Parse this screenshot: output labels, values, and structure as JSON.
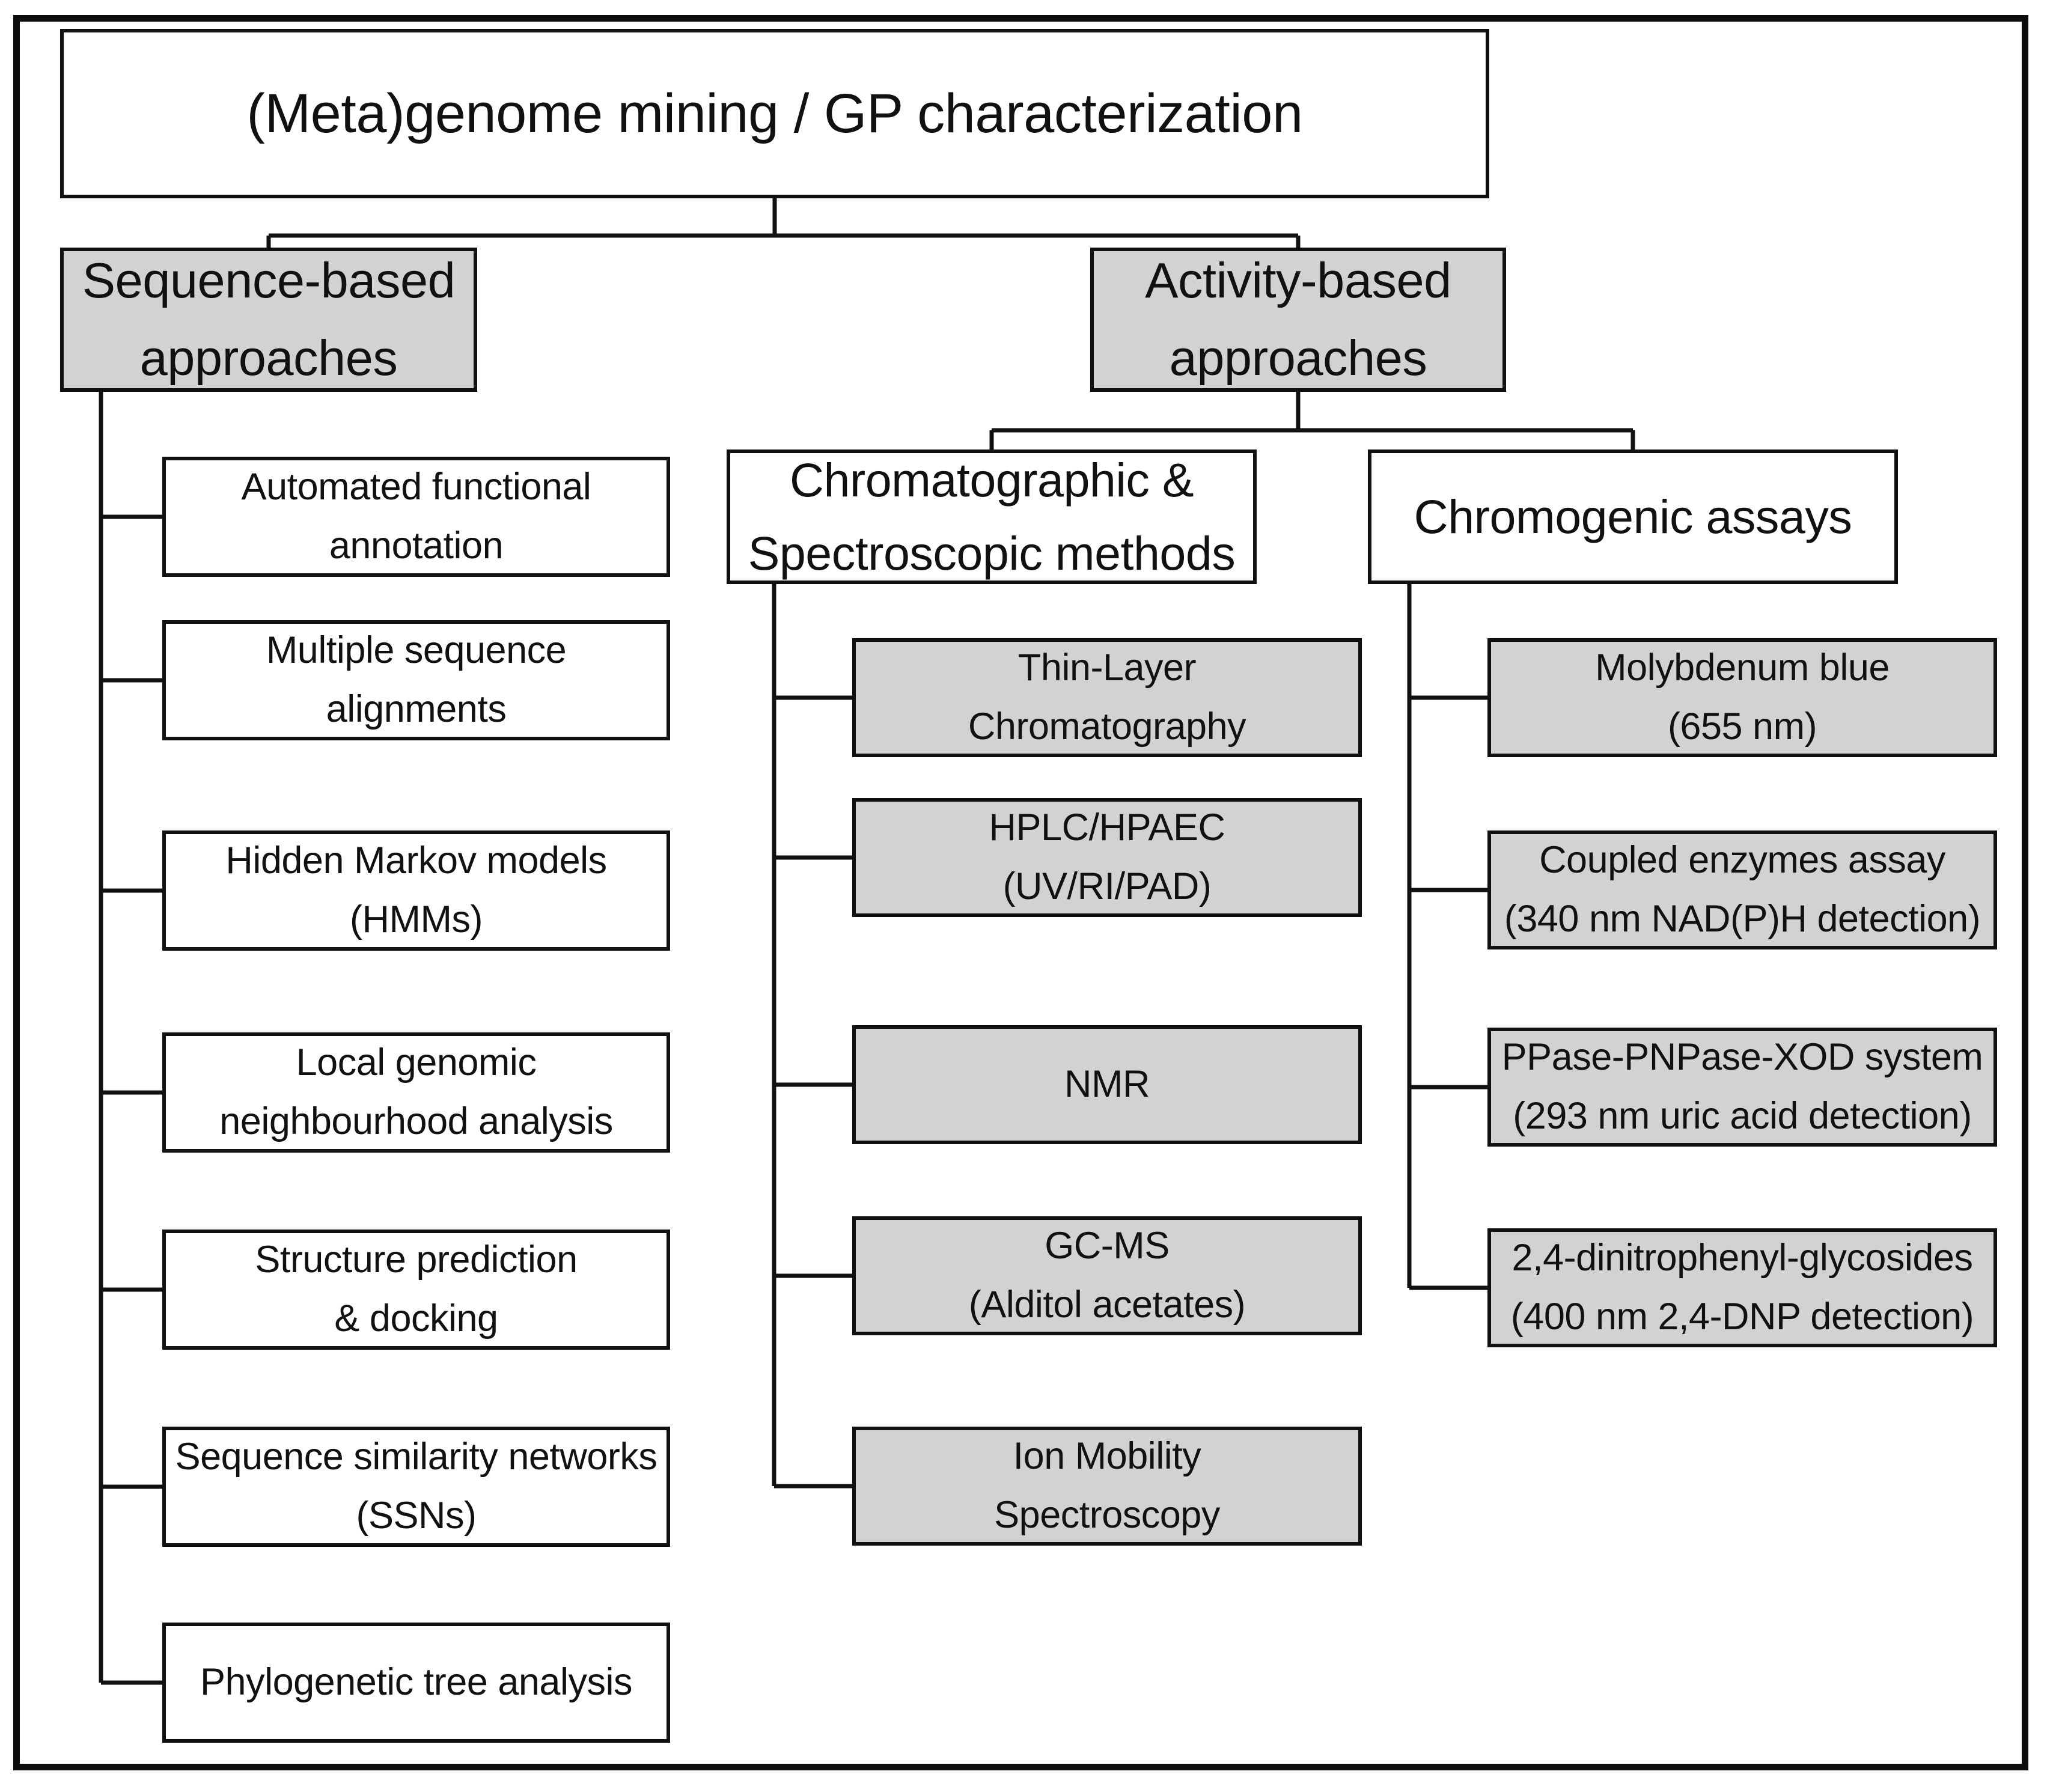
{
  "diagram": {
    "root": {
      "label": "(Meta)genome mining / GP characterization"
    },
    "branches": [
      {
        "id": "sequence-based",
        "line1": "Sequence-based",
        "line2": "approaches",
        "shaded": true
      },
      {
        "id": "activity-based",
        "line1": "Activity-based",
        "line2": "approaches",
        "shaded": true
      }
    ],
    "activity_subgroups": [
      {
        "id": "chromatographic-spectroscopic",
        "line1": "Chromatographic &",
        "line2": "Spectroscopic methods",
        "shaded": false
      },
      {
        "id": "chromogenic-assays",
        "line1": "Chromogenic assays",
        "line2": "",
        "shaded": false
      }
    ],
    "sequence_methods": [
      {
        "line1": "Automated functional",
        "line2": "annotation"
      },
      {
        "line1": "Multiple sequence",
        "line2": "alignments"
      },
      {
        "line1": "Hidden Markov models",
        "line2": "(HMMs)"
      },
      {
        "line1": "Local genomic",
        "line2": "neighbourhood analysis"
      },
      {
        "line1": "Structure prediction",
        "line2": "& docking"
      },
      {
        "line1": "Sequence similarity networks",
        "line2": "(SSNs)"
      },
      {
        "line1": "Phylogenetic tree analysis",
        "line2": ""
      }
    ],
    "chromatographic_methods": [
      {
        "line1": "Thin-Layer",
        "line2": "Chromatography"
      },
      {
        "line1": "HPLC/HPAEC",
        "line2": "(UV/RI/PAD)"
      },
      {
        "line1": "NMR",
        "line2": ""
      },
      {
        "line1": "GC-MS",
        "line2": "(Alditol acetates)"
      },
      {
        "line1": "Ion Mobility",
        "line2": "Spectroscopy"
      }
    ],
    "chromogenic_methods": [
      {
        "line1": "Molybdenum blue",
        "line2": "(655 nm)"
      },
      {
        "line1": "Coupled enzymes assay",
        "line2": "(340 nm NAD(P)H detection)"
      },
      {
        "line1": "PPase-PNPase-XOD system",
        "line2": "(293 nm uric acid detection)"
      },
      {
        "line1": "2,4-dinitrophenyl-glycosides",
        "line2": "(400 nm 2,4-DNP detection)"
      }
    ],
    "colors": {
      "shaded_fill": "#d2d2d2",
      "plain_fill": "#ffffff",
      "stroke": "#111111",
      "text": "#111111"
    }
  }
}
